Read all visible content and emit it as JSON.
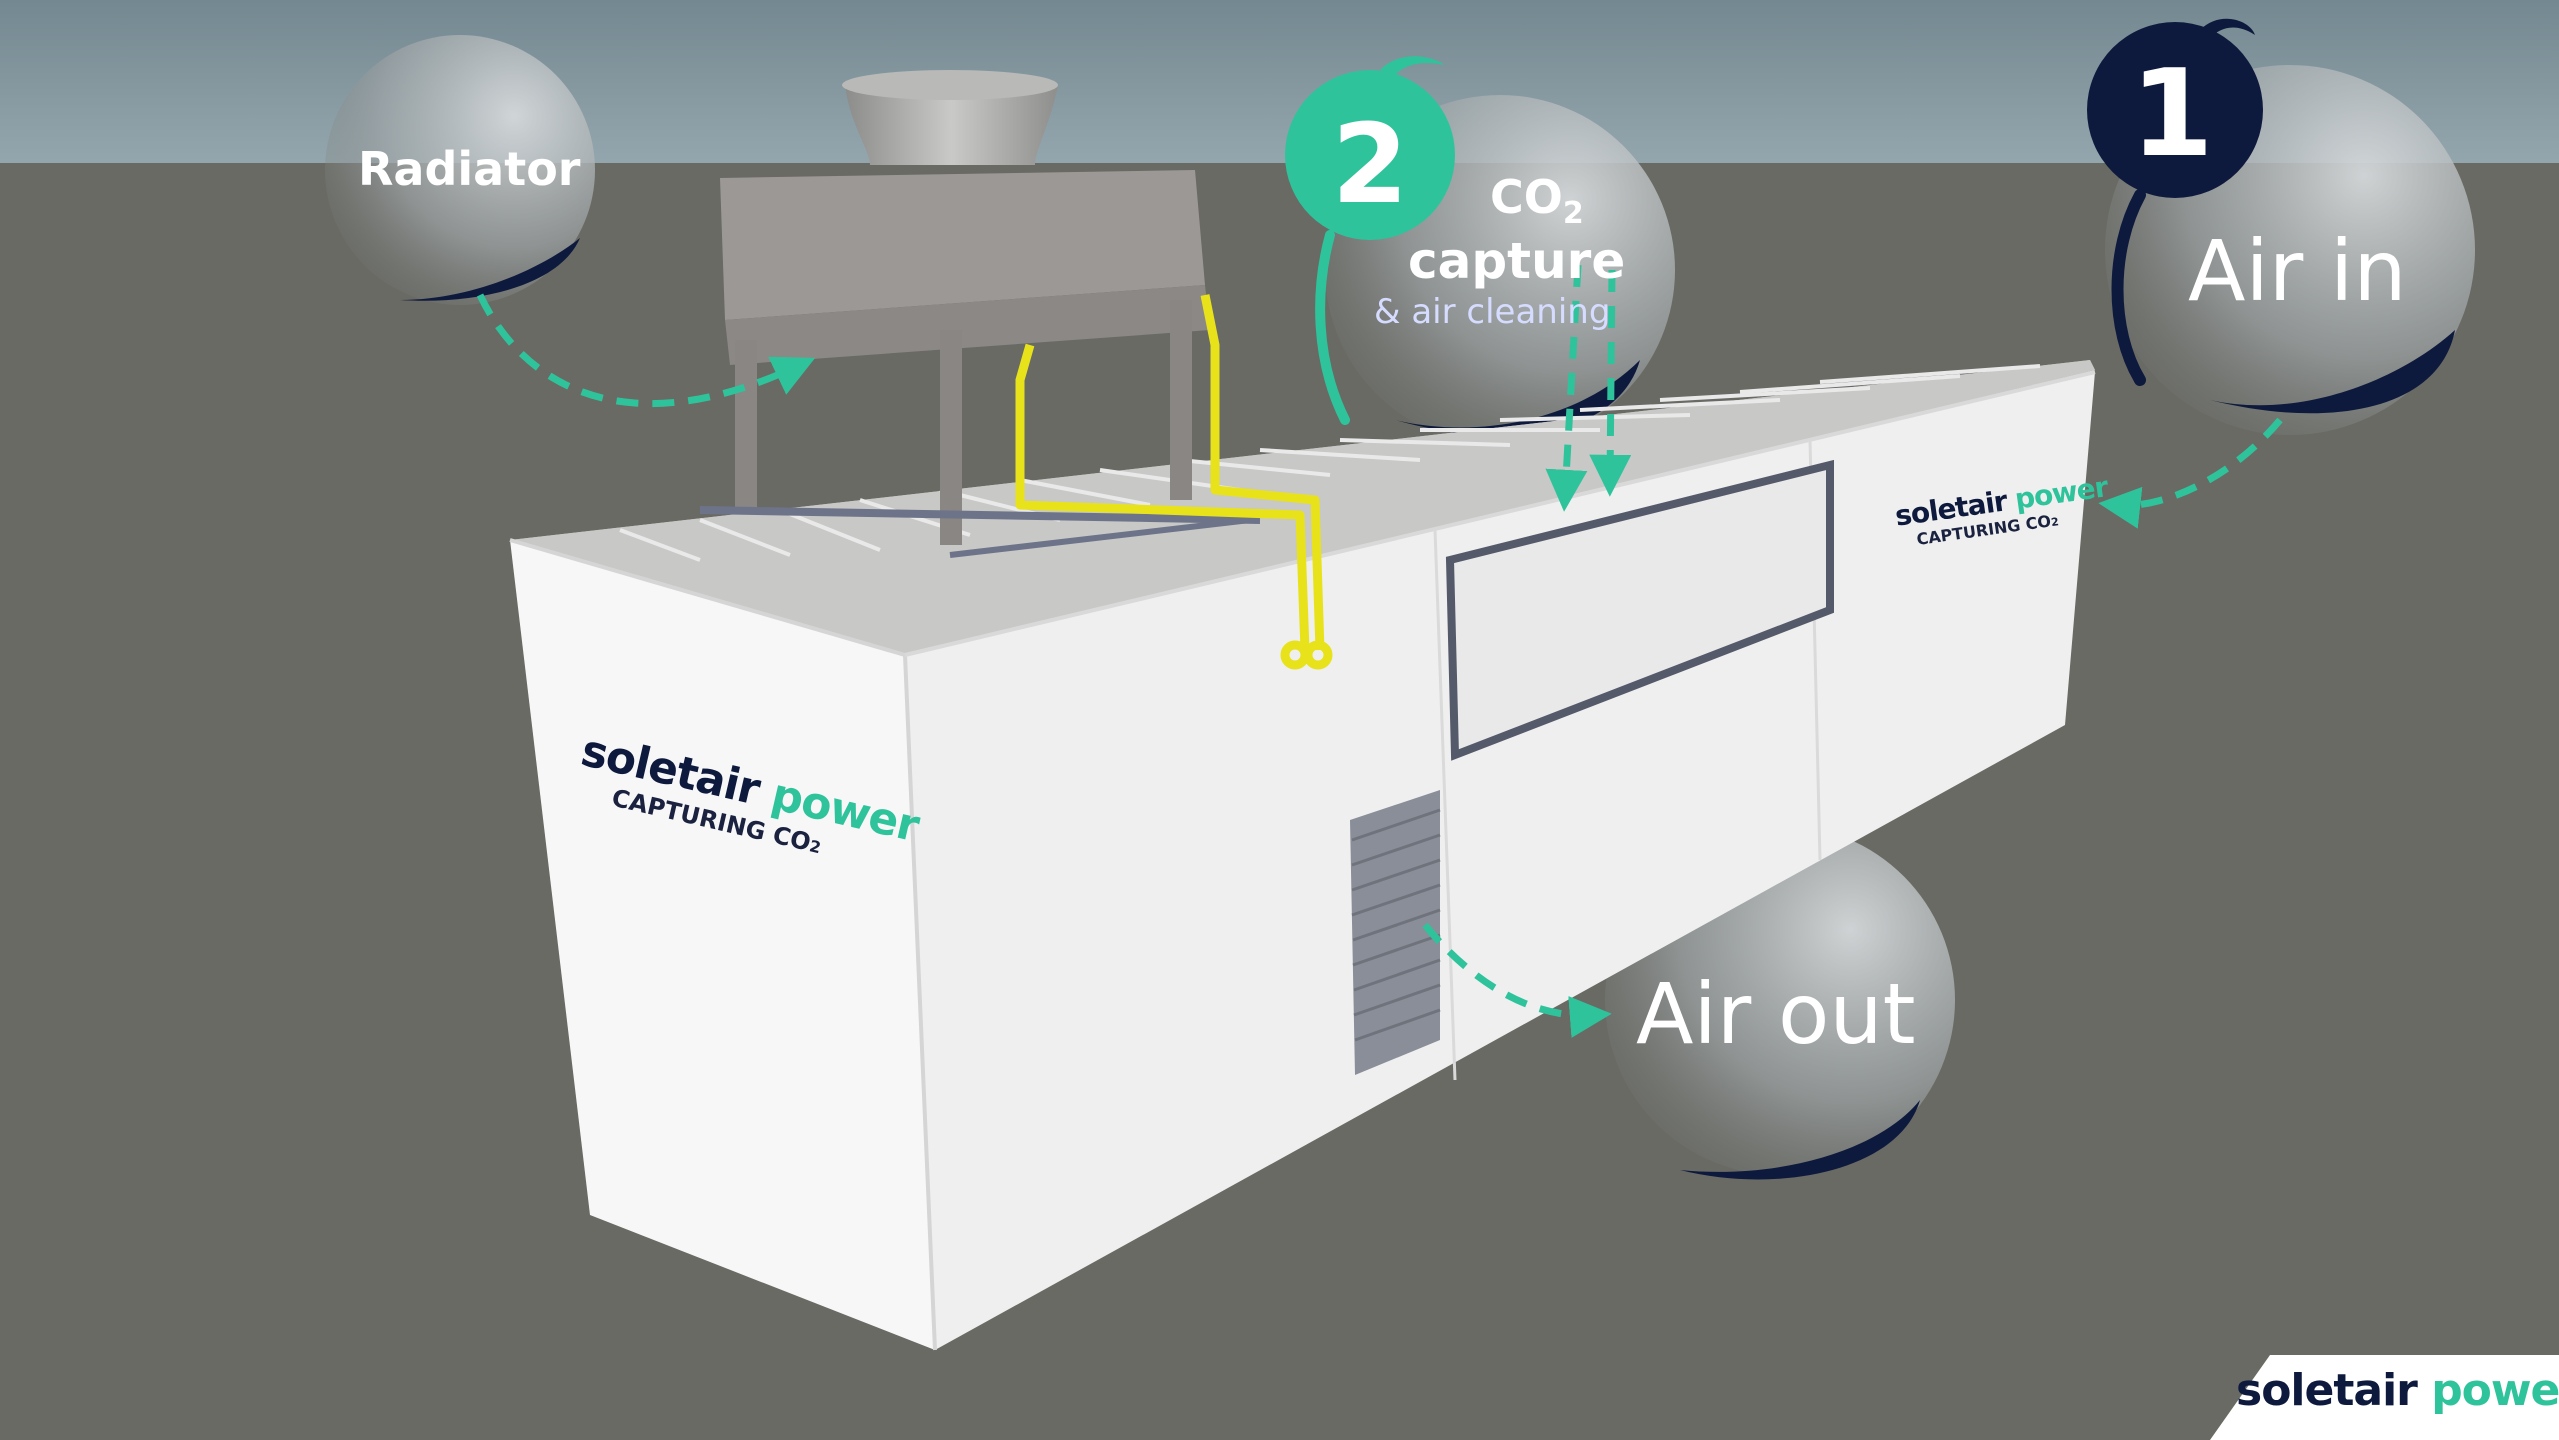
{
  "labels": {
    "radiator": "Radiator",
    "co2_main": "CO",
    "co2_sub": "2",
    "capture": "capture",
    "air_cleaning": "& air cleaning",
    "air_in": "Air in",
    "air_out": "Air out",
    "step_1": "1",
    "step_2": "2"
  },
  "logos": {
    "word_a": "soletair",
    "word_b": "power",
    "tagline": "CAPTURING CO",
    "tagline_sub": "2"
  },
  "colors": {
    "accent_green": "#2fc39c",
    "navy": "#0e1a3d",
    "sky": "#7d8f98",
    "ground": "#696a64",
    "container": "#f1f1f1",
    "pipe": "#e8e21a"
  },
  "icons": [
    "dashed-arrow-icon",
    "step-bubble-icon"
  ]
}
